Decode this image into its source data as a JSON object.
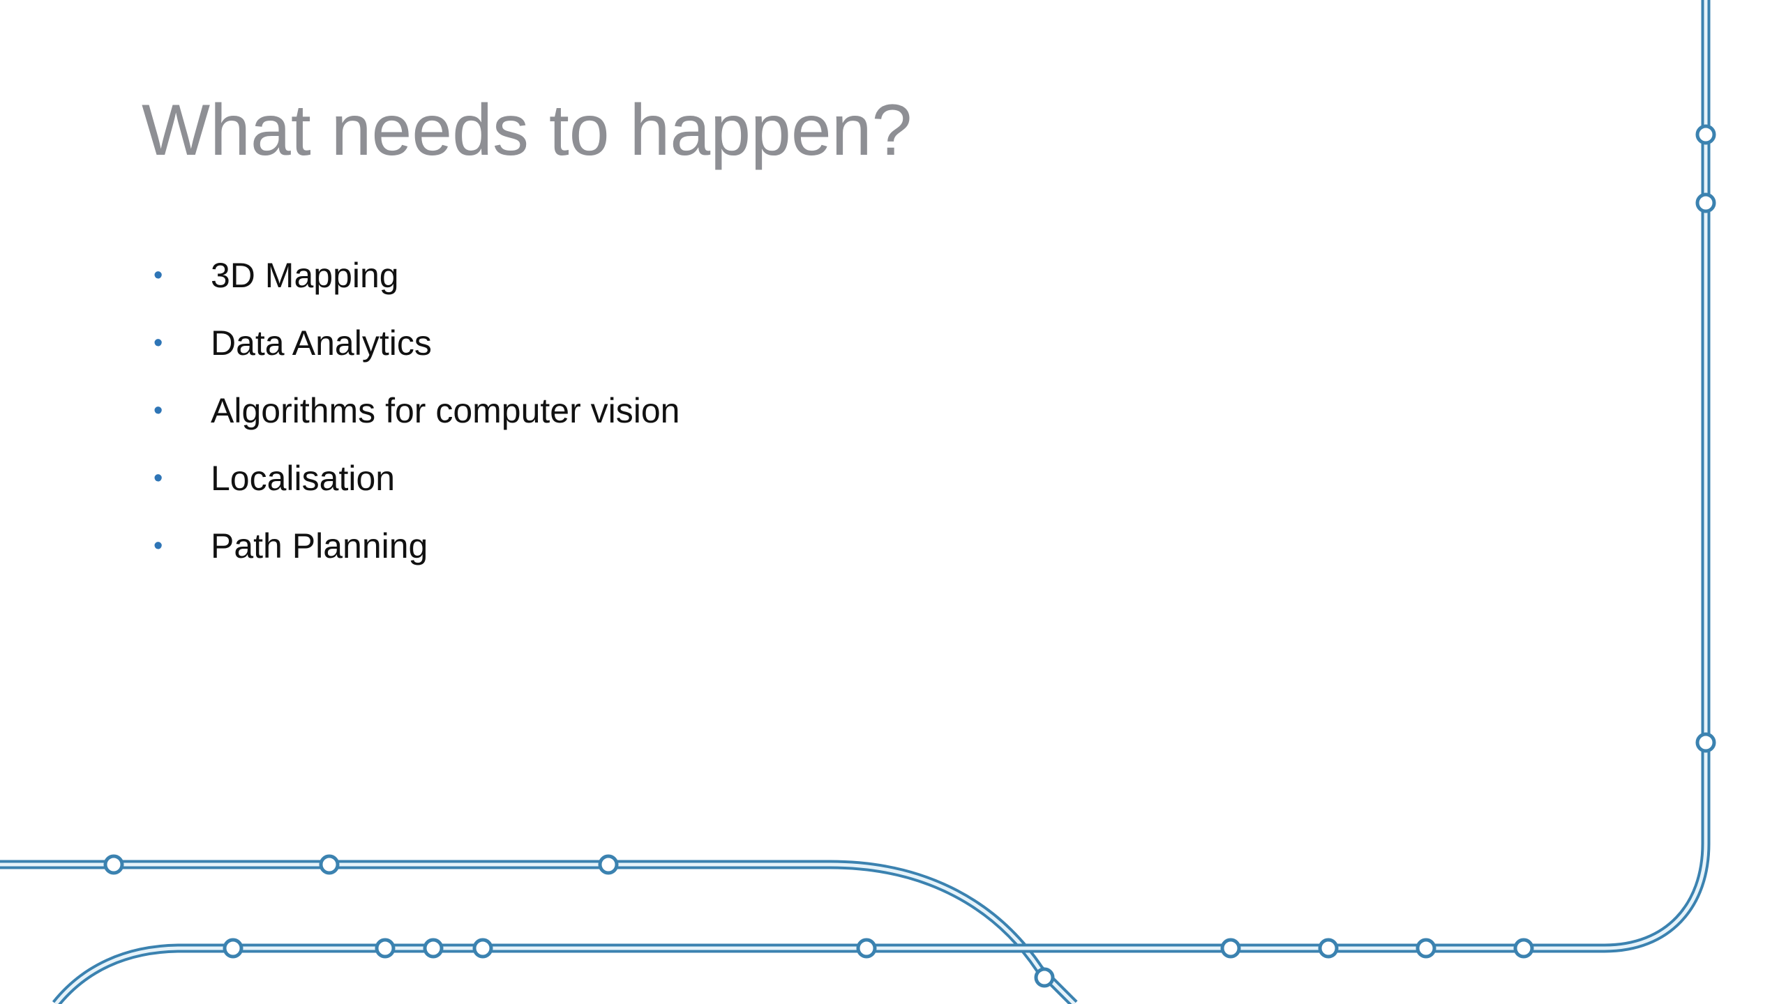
{
  "slide": {
    "title": "What needs to happen?",
    "bullet_symbol": "•",
    "bullets": [
      "3D Mapping",
      "Data Analytics",
      "Algorithms for computer vision",
      "Localisation",
      "Path Planning"
    ]
  },
  "colors": {
    "title": "#8e8f94",
    "text": "#111111",
    "bullet": "#2e75b6",
    "track_outer": "#3b82b0",
    "track_inner": "#e6f3fa",
    "station_fill": "#ffffff"
  },
  "decoration": {
    "line_icon": "transit-line-icon",
    "station_icon": "station-icon"
  }
}
